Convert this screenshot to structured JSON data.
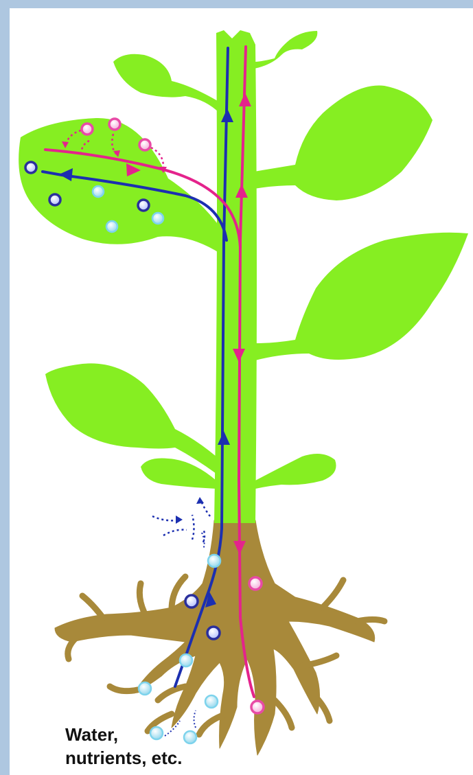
{
  "caption": {
    "line1": "Water,",
    "line2": "nutrients, etc."
  },
  "colors": {
    "background_frame": "#aec7e0",
    "plant_green": "#86ee22",
    "root_brown": "#a8893a",
    "xylem_flow": "#1c2fb0",
    "phloem_flow": "#e4238c",
    "water_particle": "#a9e4f2",
    "mineral_particle": "#2a2f9c",
    "sugar_particle": "#e84aa6"
  },
  "flows": {
    "xylem_direction": "up",
    "phloem_direction": "down"
  }
}
